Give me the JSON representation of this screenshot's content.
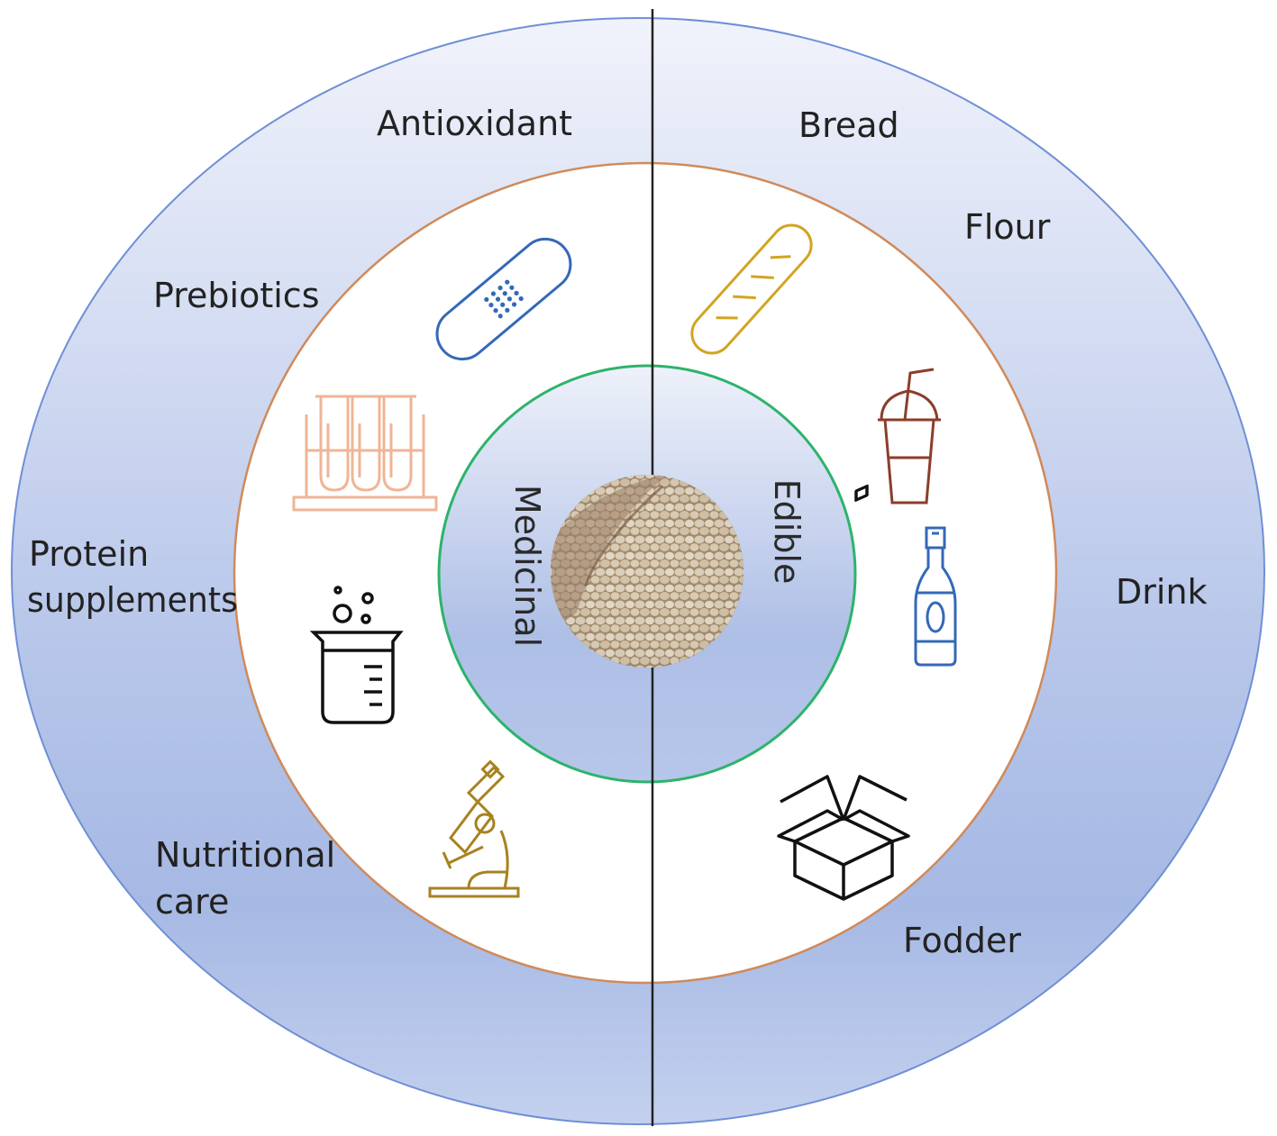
{
  "core": {
    "left_label": "Medicinal",
    "right_label": "Edible",
    "center_image": "quinoa-seeds-photo"
  },
  "left_uses": {
    "antioxidant": "Antioxidant",
    "prebiotics": "Prebiotics",
    "protein_line1": "Protein",
    "protein_line2": "supplements",
    "nutritional_line1": "Nutritional",
    "nutritional_line2": "care"
  },
  "right_uses": {
    "bread": "Bread",
    "flour": "Flour",
    "drink": "Drink",
    "fodder": "Fodder"
  },
  "icons": {
    "left": [
      "bandage-icon",
      "test-tubes-icon",
      "beaker-icon",
      "microscope-icon"
    ],
    "right": [
      "bread-icon",
      "cup-with-straw-icon",
      "bottle-icon",
      "box-icon"
    ]
  },
  "colors": {
    "outer_ring_light": "#eef1fa",
    "outer_ring_dark": "#a9bbe3",
    "outer_ring_stroke": "#6f8fd6",
    "middle_ring_stroke": "#d08a5a",
    "inner_ring_stroke": "#2db36b",
    "divider": "#222222"
  }
}
